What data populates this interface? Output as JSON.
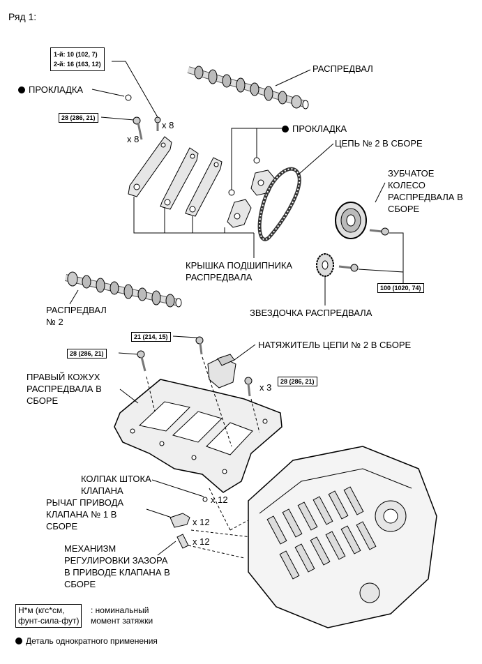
{
  "header": {
    "title": "Ряд 1:"
  },
  "labels": {
    "camshaft_1": "РАСПРЕДВАЛ",
    "gasket_left": "ПРОКЛАДКА",
    "gasket_right": "ПРОКЛАДКА",
    "chain": "ЦЕПЬ № 2 В СБОРЕ",
    "sprocket_gear": [
      "ЗУБЧАТОЕ",
      "КОЛЕСО",
      "РАСПРЕДВАЛА В",
      "СБОРЕ"
    ],
    "bearing_cap": [
      "КРЫШКА ПОДШИПНИКА",
      "РАСПРЕДВАЛА"
    ],
    "camshaft_2": [
      "РАСПРЕДВАЛ",
      "№ 2"
    ],
    "camshaft_sprocket": "ЗВЕЗДОЧКА РАСПРЕДВАЛА",
    "tensioner": "НАТЯЖИТЕЛЬ ЦЕПИ № 2 В СБОРЕ",
    "cam_housing": [
      "ПРАВЫЙ КОЖУХ",
      "РАСПРЕДВАЛА В",
      "СБОРЕ"
    ],
    "valve_cap": [
      "КОЛПАК ШТОКА",
      "КЛАПАНА"
    ],
    "rocker_arm": [
      "РЫЧАГ ПРИВОДА",
      "КЛАПАНА № 1 В",
      "СБОРЕ"
    ],
    "lash_adjuster": [
      "МЕХАНИЗМ",
      "РЕГУЛИРОВКИ ЗАЗОРА",
      "В ПРИВОДЕ КЛАПАНА В",
      "СБОРЕ"
    ]
  },
  "torques": {
    "cap_bolt_step1": "1-й: 10 (102, 7)",
    "cap_bolt_step2": "2-й: 16 (163, 12)",
    "cap_bolt_front": "28 (286, 21)",
    "sprocket_bolt": "100 (1020, 74)",
    "tensioner_bolt": "21 (214, 15)",
    "housing_bolt_left": "28 (286, 21)",
    "housing_bolt_right": "28 (286, 21)"
  },
  "counts": {
    "cap_bolts_upper": "x 8",
    "cap_bolts_lower": "x 8",
    "housing_bolts": "x 3",
    "valve_caps": "x 12",
    "rocker_arms": "x 12",
    "lash_adjusters": "x 12"
  },
  "legend": {
    "unit_line1": "Н*м (кгс*см,",
    "unit_line2": "фунт-сила-фут)",
    "unit_desc_line1": ": номинальный",
    "unit_desc_line2": "момент затяжки",
    "single_use": "Деталь однократного применения"
  }
}
